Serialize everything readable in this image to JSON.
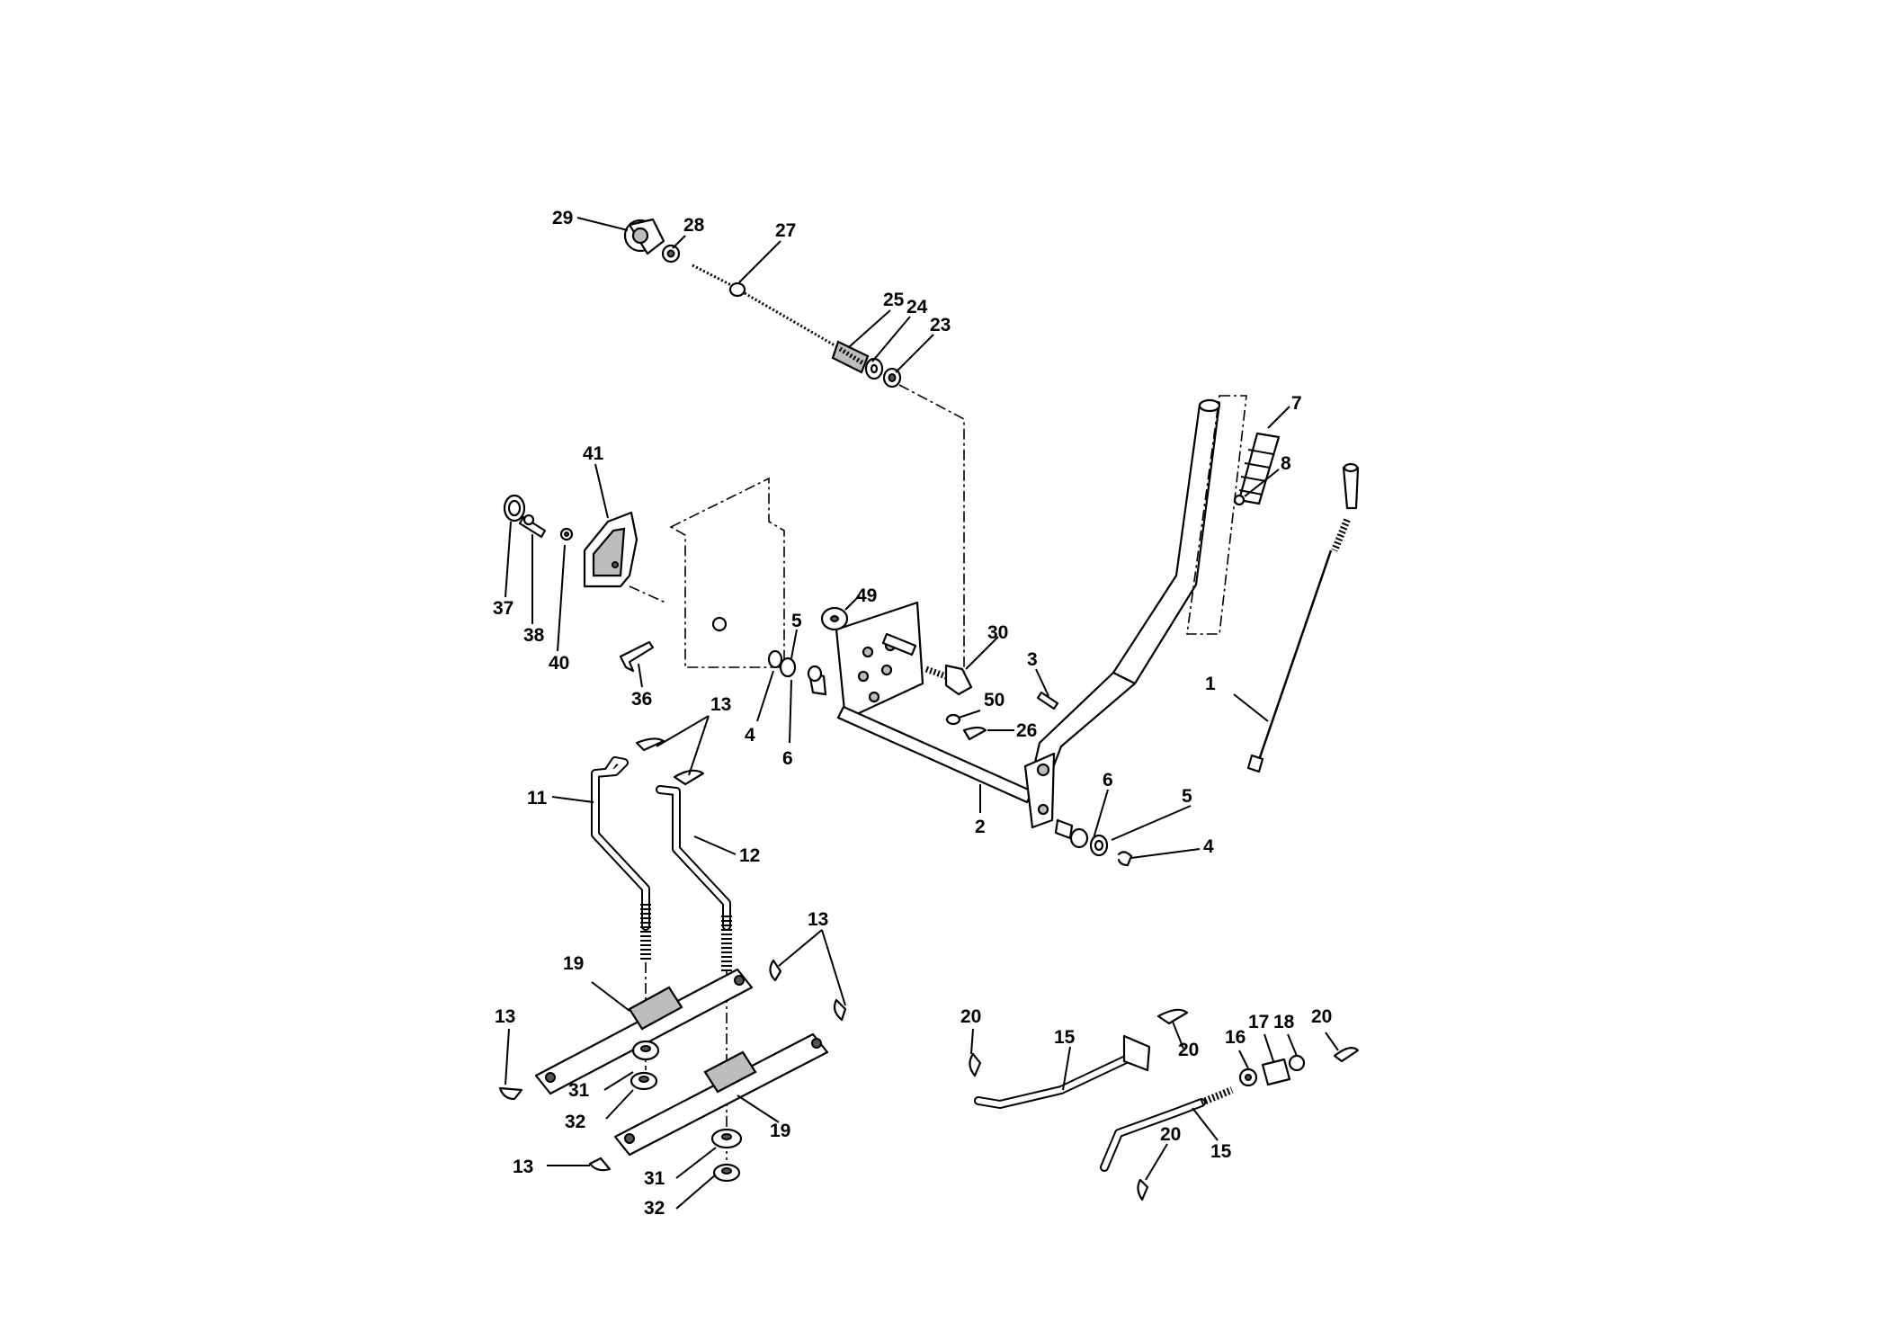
{
  "diagram": {
    "callouts": [
      {
        "id": "c29",
        "text": "29"
      },
      {
        "id": "c28",
        "text": "28"
      },
      {
        "id": "c27",
        "text": "27"
      },
      {
        "id": "c25",
        "text": "25"
      },
      {
        "id": "c24",
        "text": "24"
      },
      {
        "id": "c23",
        "text": "23"
      },
      {
        "id": "c7",
        "text": "7"
      },
      {
        "id": "c8",
        "text": "8"
      },
      {
        "id": "c41",
        "text": "41"
      },
      {
        "id": "c37",
        "text": "37"
      },
      {
        "id": "c38",
        "text": "38"
      },
      {
        "id": "c40",
        "text": "40"
      },
      {
        "id": "c36",
        "text": "36"
      },
      {
        "id": "c49",
        "text": "49"
      },
      {
        "id": "c5a",
        "text": "5"
      },
      {
        "id": "c4a",
        "text": "4"
      },
      {
        "id": "c6a",
        "text": "6"
      },
      {
        "id": "c30",
        "text": "30"
      },
      {
        "id": "c3",
        "text": "3"
      },
      {
        "id": "c50",
        "text": "50"
      },
      {
        "id": "c26",
        "text": "26"
      },
      {
        "id": "c1",
        "text": "1"
      },
      {
        "id": "c13a",
        "text": "13"
      },
      {
        "id": "c11",
        "text": "11"
      },
      {
        "id": "c12",
        "text": "12"
      },
      {
        "id": "c2",
        "text": "2"
      },
      {
        "id": "c6b",
        "text": "6"
      },
      {
        "id": "c5b",
        "text": "5"
      },
      {
        "id": "c4b",
        "text": "4"
      },
      {
        "id": "c13b",
        "text": "13"
      },
      {
        "id": "c19a",
        "text": "19"
      },
      {
        "id": "c13c",
        "text": "13"
      },
      {
        "id": "c31a",
        "text": "31"
      },
      {
        "id": "c32a",
        "text": "32"
      },
      {
        "id": "c19b",
        "text": "19"
      },
      {
        "id": "c13d",
        "text": "13"
      },
      {
        "id": "c31b",
        "text": "31"
      },
      {
        "id": "c32b",
        "text": "32"
      },
      {
        "id": "c20a",
        "text": "20"
      },
      {
        "id": "c15a",
        "text": "15"
      },
      {
        "id": "c20b",
        "text": "20"
      },
      {
        "id": "c16",
        "text": "16"
      },
      {
        "id": "c17",
        "text": "17"
      },
      {
        "id": "c18",
        "text": "18"
      },
      {
        "id": "c20c",
        "text": "20"
      },
      {
        "id": "c20d",
        "text": "20"
      },
      {
        "id": "c15b",
        "text": "15"
      }
    ]
  }
}
